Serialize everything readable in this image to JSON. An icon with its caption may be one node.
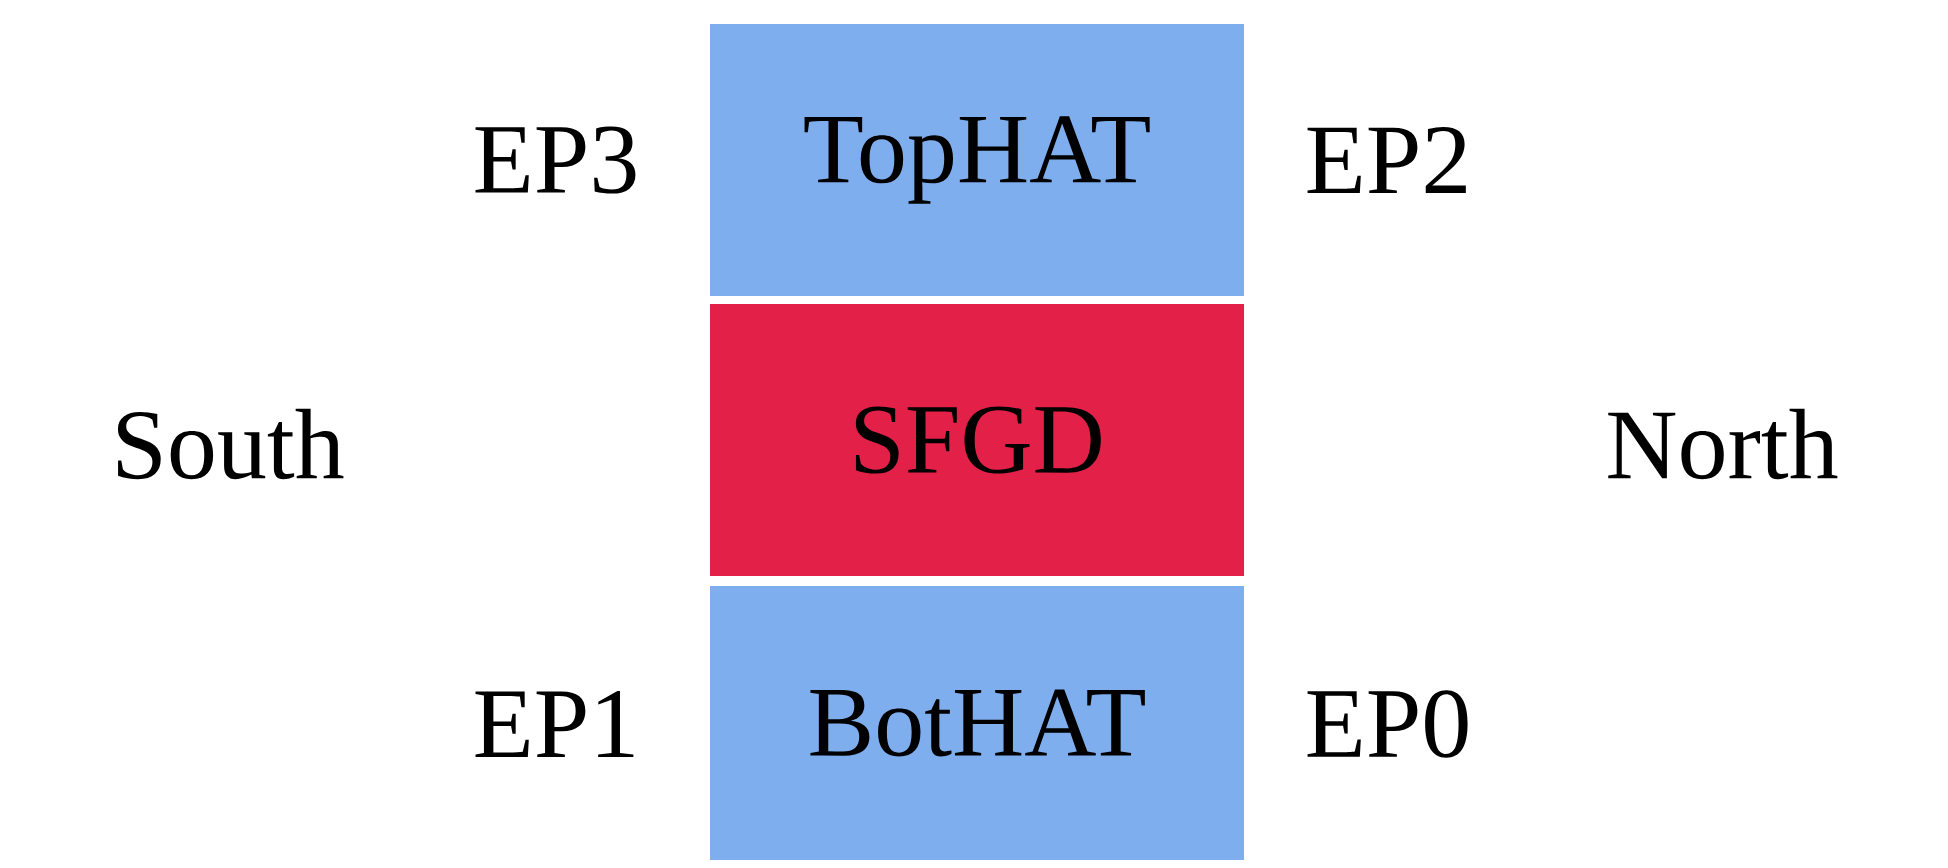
{
  "diagram": {
    "nodes": [
      {
        "text": [
          "TopHAT"
        ]
      },
      {
        "text": [
          "SFGD"
        ]
      },
      {
        "text": [
          "BotHAT"
        ]
      }
    ],
    "labels": [
      "EP3",
      "EP2",
      "South",
      "North",
      "EP1",
      "EP0"
    ]
  }
}
